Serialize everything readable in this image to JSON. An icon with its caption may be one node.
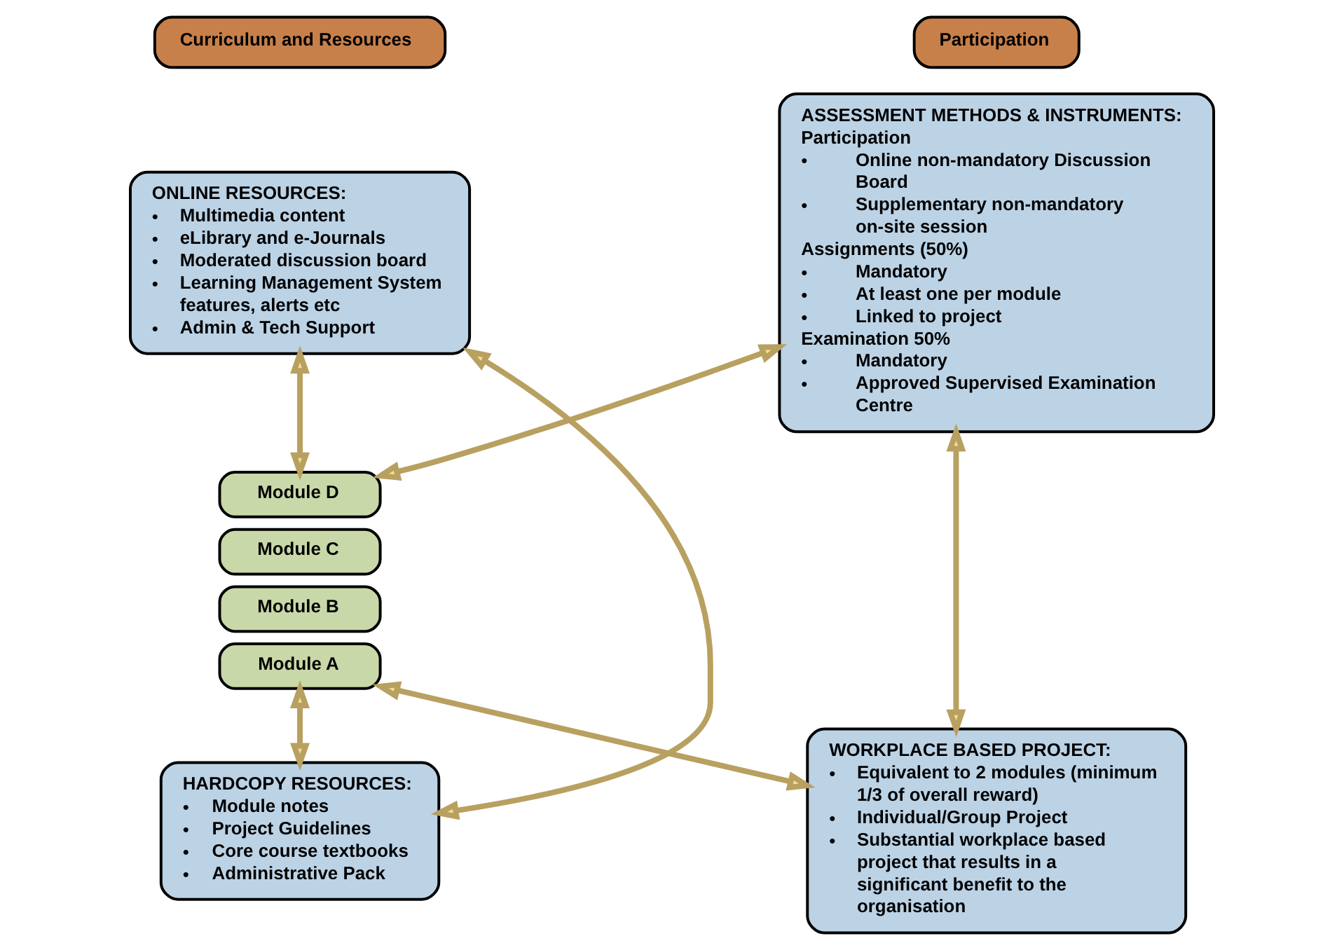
{
  "diagram": {
    "nodes": [
      {
        "text": [
          "Curriculum and Resources"
        ]
      },
      {
        "text": [
          "Participation"
        ]
      },
      {
        "text": [
          "ONLINE RESOURCES:",
          "• Multimedia content",
          "• eLibrary and e-Journals",
          "• Moderated discussion board",
          "• Learning Management System features, alerts etc",
          "• Admin & Tech Support"
        ]
      },
      {
        "text": [
          "ASSESSMENT METHODS & INSTRUMENTS:",
          "Participation",
          "• Online non-mandatory Discussion Board",
          "• Supplementary non-mandatory on-site session",
          "Assignments (50%)",
          "• Mandatory",
          "• At least one per module",
          "• Linked to project",
          "Examination 50%",
          "• Mandatory",
          "• Approved Supervised Examination Centre"
        ]
      },
      {
        "text": [
          "Module D"
        ]
      },
      {
        "text": [
          "Module C"
        ]
      },
      {
        "text": [
          "Module B"
        ]
      },
      {
        "text": [
          "Module A"
        ]
      },
      {
        "text": [
          "HARDCOPY RESOURCES:",
          "• Module notes",
          "• Project Guidelines",
          "• Core course textbooks",
          "• Administrative Pack"
        ]
      },
      {
        "text": [
          "WORKPLACE BASED PROJECT:",
          "• Equivalent to 2 modules (minimum 1/3 of overall reward)",
          "• Individual/Group Project",
          "• Substantial workplace based project that results in a significant benefit to the organisation"
        ]
      }
    ],
    "edges": [
      {
        "from": 2,
        "to": 4,
        "arrow": "both"
      },
      {
        "from": 3,
        "to": 4,
        "arrow": "both"
      },
      {
        "from": 2,
        "to": 8,
        "arrow": "both"
      },
      {
        "from": 8,
        "to": 7,
        "arrow": "both"
      },
      {
        "from": 7,
        "to": 9,
        "arrow": "both"
      },
      {
        "from": 3,
        "to": 9,
        "arrow": "both"
      }
    ]
  }
}
